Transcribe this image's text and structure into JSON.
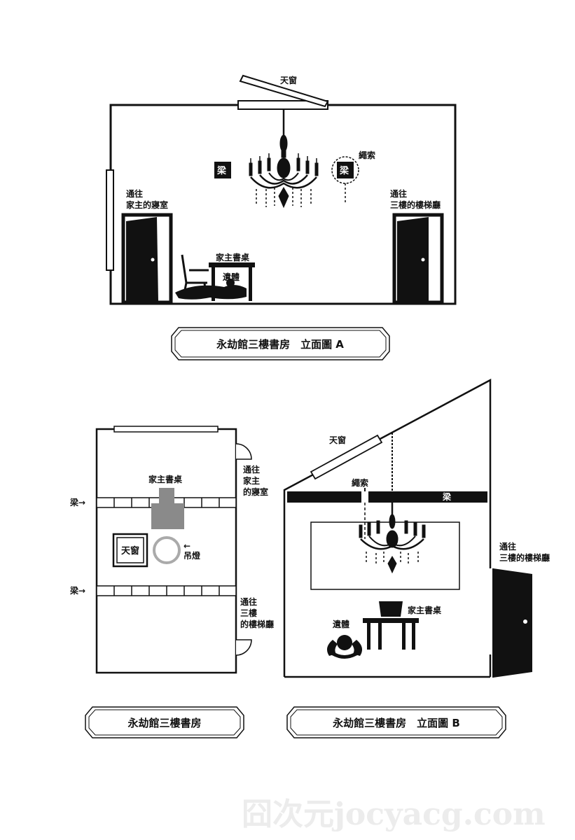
{
  "elevation_a": {
    "skylight": "天窗",
    "beam": "梁",
    "beam_rope": "梁",
    "rope": "繩索",
    "left_door_line1": "通往",
    "left_door_line2": "家主的寢室",
    "right_door_line1": "通往",
    "right_door_line2": "三樓的樓梯廳",
    "desk": "家主書桌",
    "body": "遺體",
    "caption": "永劫館三樓書房　立面圖 A"
  },
  "plan": {
    "desk": "家主書桌",
    "beam_top": "梁→",
    "beam_bottom": "梁→",
    "skylight": "天窗",
    "chandelier": "吊燈",
    "chandelier_arrow": "←",
    "door_top_line1": "通往",
    "door_top_line2": "家主",
    "door_top_line3": "的寢室",
    "door_bottom_line1": "通往",
    "door_bottom_line2": "三樓",
    "door_bottom_line3": "的樓梯廳",
    "caption": "永劫館三樓書房"
  },
  "elevation_b": {
    "skylight": "天窗",
    "rope": "繩索",
    "beam": "梁",
    "door_line1": "通往",
    "door_line2": "三樓的樓梯廳",
    "desk": "家主書桌",
    "body": "遺體",
    "caption": "永劫館三樓書房　立面圖 B"
  },
  "watermark": "囧次元jocyacg.com"
}
